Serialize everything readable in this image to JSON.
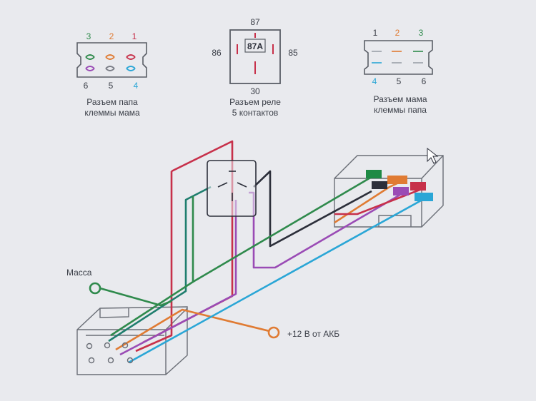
{
  "colors": {
    "background": "#e9eaee",
    "outline": "#5a5e66",
    "green": "#2f8a4c",
    "dark_green": "#1f6e3e",
    "orange": "#e07b33",
    "red": "#c7304a",
    "purple": "#9a4bb5",
    "blue": "#2aa6d6",
    "dark": "#2c2f3a",
    "text": "#3a3e47"
  },
  "connector_left": {
    "top_pins": [
      "3",
      "2",
      "1"
    ],
    "bottom_pins": [
      "6",
      "5",
      "4"
    ],
    "caption_line1": "Разъем папа",
    "caption_line2": "клеммы мама"
  },
  "relay": {
    "pin_87": "87",
    "pin_87a": "87A",
    "pin_86": "86",
    "pin_85": "85",
    "pin_30": "30",
    "caption_line1": "Разъем реле",
    "caption_line2": "5 контактов"
  },
  "connector_right": {
    "top_pins": [
      "1",
      "2",
      "3"
    ],
    "bottom_pins": [
      "4",
      "5",
      "6"
    ],
    "caption_line1": "Разъем мама",
    "caption_line2": "клеммы папа"
  },
  "labels": {
    "ground": "Масса",
    "battery": "+12 В от АКБ"
  }
}
